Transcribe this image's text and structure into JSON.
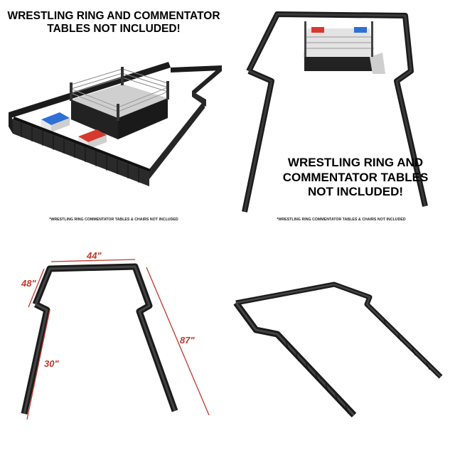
{
  "panels": {
    "top_left": {
      "headline_line1": "WRESTLING RING AND COMMENTATOR",
      "headline_line2": "TABLES NOT INCLUDED!",
      "footnote": "*WRESTLING RING COMMENTATOR TABLES & CHAIRS NOT INCLUDED"
    },
    "top_right": {
      "headline_line1": "WRESTLING RING AND",
      "headline_line2": "COMMENTATOR TABLES",
      "headline_line3": "NOT INCLUDED!",
      "footnote": "*WRESTLING RING COMMENTATOR TABLES & CHAIRS NOT INCLUDED"
    },
    "bottom_left": {
      "dimensions": {
        "width": "44\"",
        "corner": "48\"",
        "side": "30\"",
        "length": "87\""
      }
    }
  },
  "colors": {
    "barrier": "#1f1f1f",
    "barrier_face": "#2c2c2c",
    "dimension_label": "#c0392b",
    "dimension_line": "#c0392b",
    "ring_mat": "#d2d2d2",
    "table_blue": "#2f6fd6",
    "table_red": "#d63a2f"
  }
}
